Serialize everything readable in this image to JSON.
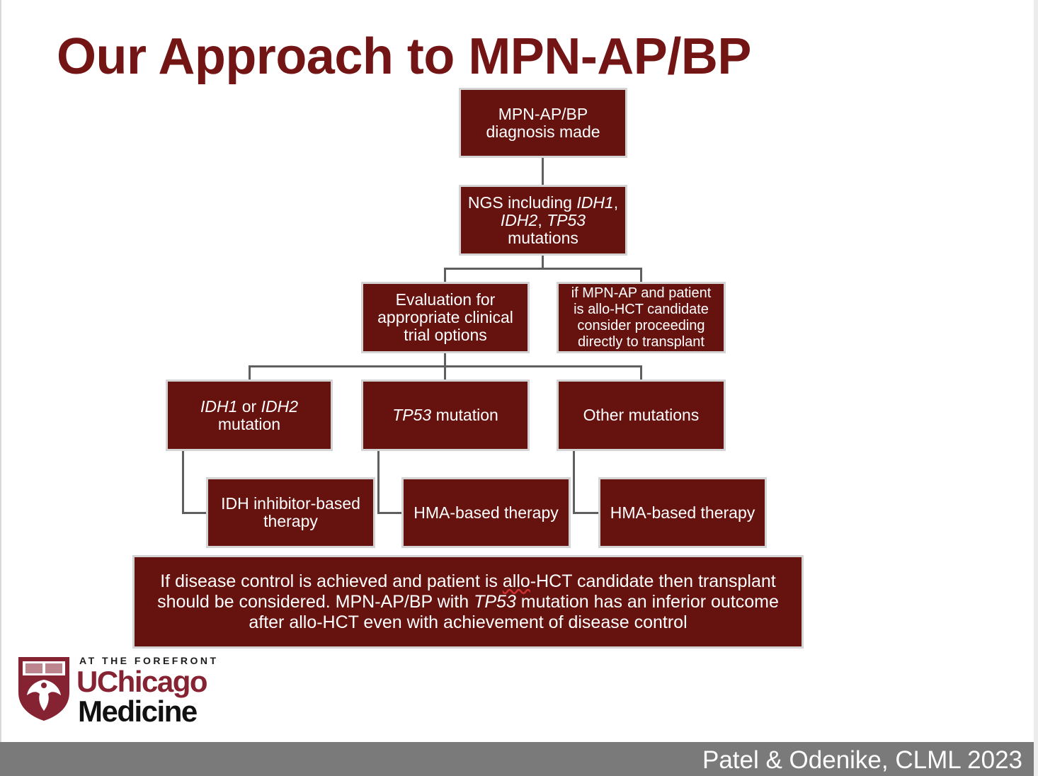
{
  "slide": {
    "title": "Our Approach to MPN-AP/BP",
    "citation": "Patel & Odenike, CLML 2023"
  },
  "logo": {
    "tagline": "AT THE FOREFRONT",
    "line1": "UChicago",
    "line2": "Medicine"
  },
  "flow": {
    "diagnosis": {
      "line1": "MPN-AP/BP",
      "line2": "diagnosis made"
    },
    "ngs": {
      "prefix": "NGS including ",
      "gene1": "IDH1",
      "comma1": ",",
      "gene2": "IDH2",
      "comma2": ", ",
      "gene3": "TP53",
      "suffix": "mutations"
    },
    "evaluation": {
      "line1": "Evaluation for",
      "line2": "appropriate clinical",
      "line3": "trial options"
    },
    "transplant_direct": {
      "line1": "if MPN-AP and patient",
      "line2": "is allo-HCT candidate",
      "line3": "consider proceeding",
      "line4": "directly to transplant"
    },
    "idh_mutation": {
      "gene1": "IDH1",
      "or": " or ",
      "gene2": "IDH2",
      "line2": "mutation"
    },
    "tp53_mutation": {
      "gene": "TP53",
      "suffix": " mutation"
    },
    "other_mutations": {
      "label": "Other mutations"
    },
    "idh_therapy": {
      "line1": "IDH inhibitor-based",
      "line2": "therapy"
    },
    "hma_therapy_tp53": {
      "label": "HMA-based therapy"
    },
    "hma_therapy_other": {
      "label": "HMA-based therapy"
    },
    "conclusion": {
      "line1_a": "If disease control is achieved and patient is ",
      "line1_b": "allo",
      "line1_c": "-HCT candidate then transplant",
      "line2_a": "should be considered. MPN-AP/BP with ",
      "line2_gene": "TP53",
      "line2_b": " mutation has an inferior outcome",
      "line3": "after allo-HCT even with achievement of disease control"
    }
  }
}
